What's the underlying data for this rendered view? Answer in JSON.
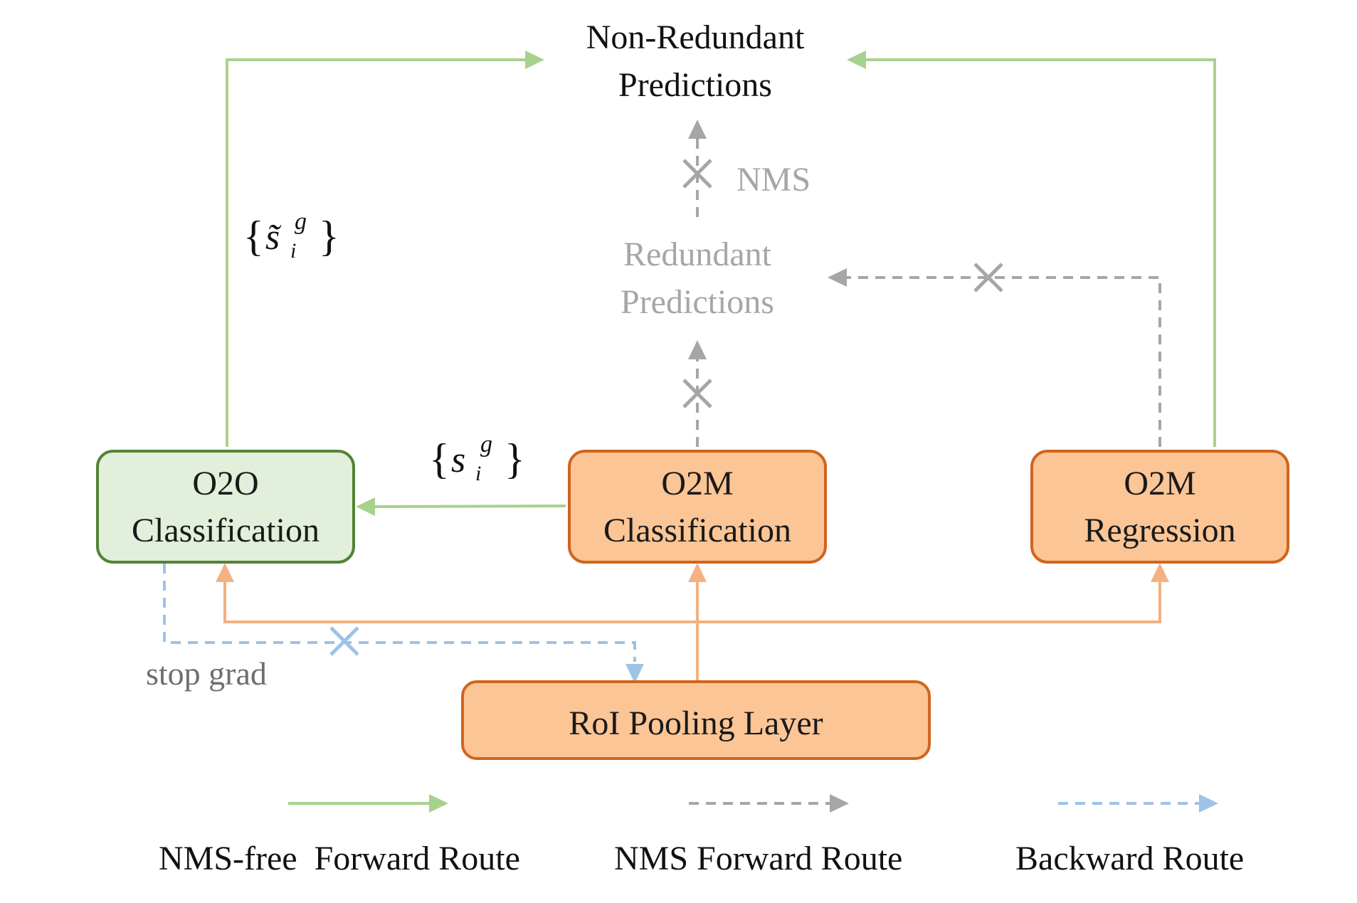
{
  "colors": {
    "green_line": "#a9d18e",
    "green_box_fill": "#e2efda",
    "green_box_stroke": "#548235",
    "orange_box_fill": "#fbc596",
    "orange_box_stroke": "#d0651d",
    "orange_line": "#f4b183",
    "gray_line": "#a6a6a6",
    "blue_line": "#9dc3e6"
  },
  "nodes": {
    "non_redundant": {
      "line1": "Non-Redundant",
      "line2": "Predictions"
    },
    "redundant": {
      "line1": "Redundant",
      "line2": "Predictions"
    },
    "o2o_cls": {
      "line1": "O2O",
      "line2": "Classification"
    },
    "o2m_cls": {
      "line1": "O2M",
      "line2": "Classification"
    },
    "o2m_reg": {
      "line1": "O2M",
      "line2": "Regression"
    },
    "roi": {
      "label": "RoI Pooling Layer"
    }
  },
  "edge_labels": {
    "nms": "NMS",
    "stop_grad": "stop grad",
    "s_tilde": {
      "open": "{",
      "symbol": "s̃",
      "sup": "g",
      "sub": "i",
      "close": "}"
    },
    "s": {
      "open": "{",
      "symbol": "s",
      "sup": "g",
      "sub": "i",
      "close": "}"
    }
  },
  "legend": {
    "nms_free": "NMS-free  Forward Route",
    "nms_forward": "NMS Forward Route",
    "backward": "Backward Route"
  }
}
